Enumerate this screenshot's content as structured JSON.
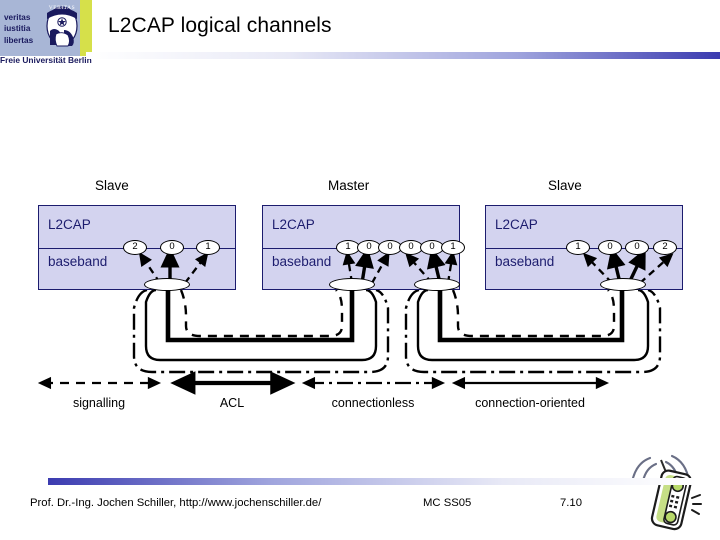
{
  "header": {
    "title": "L2CAP logical channels",
    "logo": {
      "motto_lines": [
        "veritas",
        "iustitia",
        "libertas"
      ],
      "university": "Freie Universität Berlin",
      "bg_color": "#a8b6d6",
      "accent_color": "#d6e04a",
      "text_color": "#1a1a5e"
    },
    "rule_gradient_end": "#3b3bb0"
  },
  "diagram": {
    "box_fill": "#d3d3ef",
    "box_border": "#1c1c6e",
    "nodes": [
      {
        "id": "slave-left",
        "role_label": "Slave",
        "upper_layer": "L2CAP",
        "lower_layer": "baseband",
        "channel_ids": [
          "2",
          "0",
          "1"
        ]
      },
      {
        "id": "master",
        "role_label": "Master",
        "upper_layer": "L2CAP",
        "lower_layer": "baseband",
        "channel_ids": [
          "1",
          "0",
          "0",
          "0",
          "0",
          "1"
        ]
      },
      {
        "id": "slave-right",
        "role_label": "Slave",
        "upper_layer": "L2CAP",
        "lower_layer": "baseband",
        "channel_ids": [
          "1",
          "0",
          "0",
          "2"
        ]
      }
    ]
  },
  "legend": {
    "items": [
      {
        "label": "signalling",
        "style": "dashed-thin"
      },
      {
        "label": "ACL",
        "style": "solid-thick"
      },
      {
        "label": "connectionless",
        "style": "dashdot-thin"
      },
      {
        "label": "connection-oriented",
        "style": "solid-thin"
      }
    ]
  },
  "footer": {
    "author": "Prof. Dr.-Ing. Jochen Schiller, http://www.jochenschiller.de/",
    "course": "MC SS05",
    "page": "7.10"
  }
}
